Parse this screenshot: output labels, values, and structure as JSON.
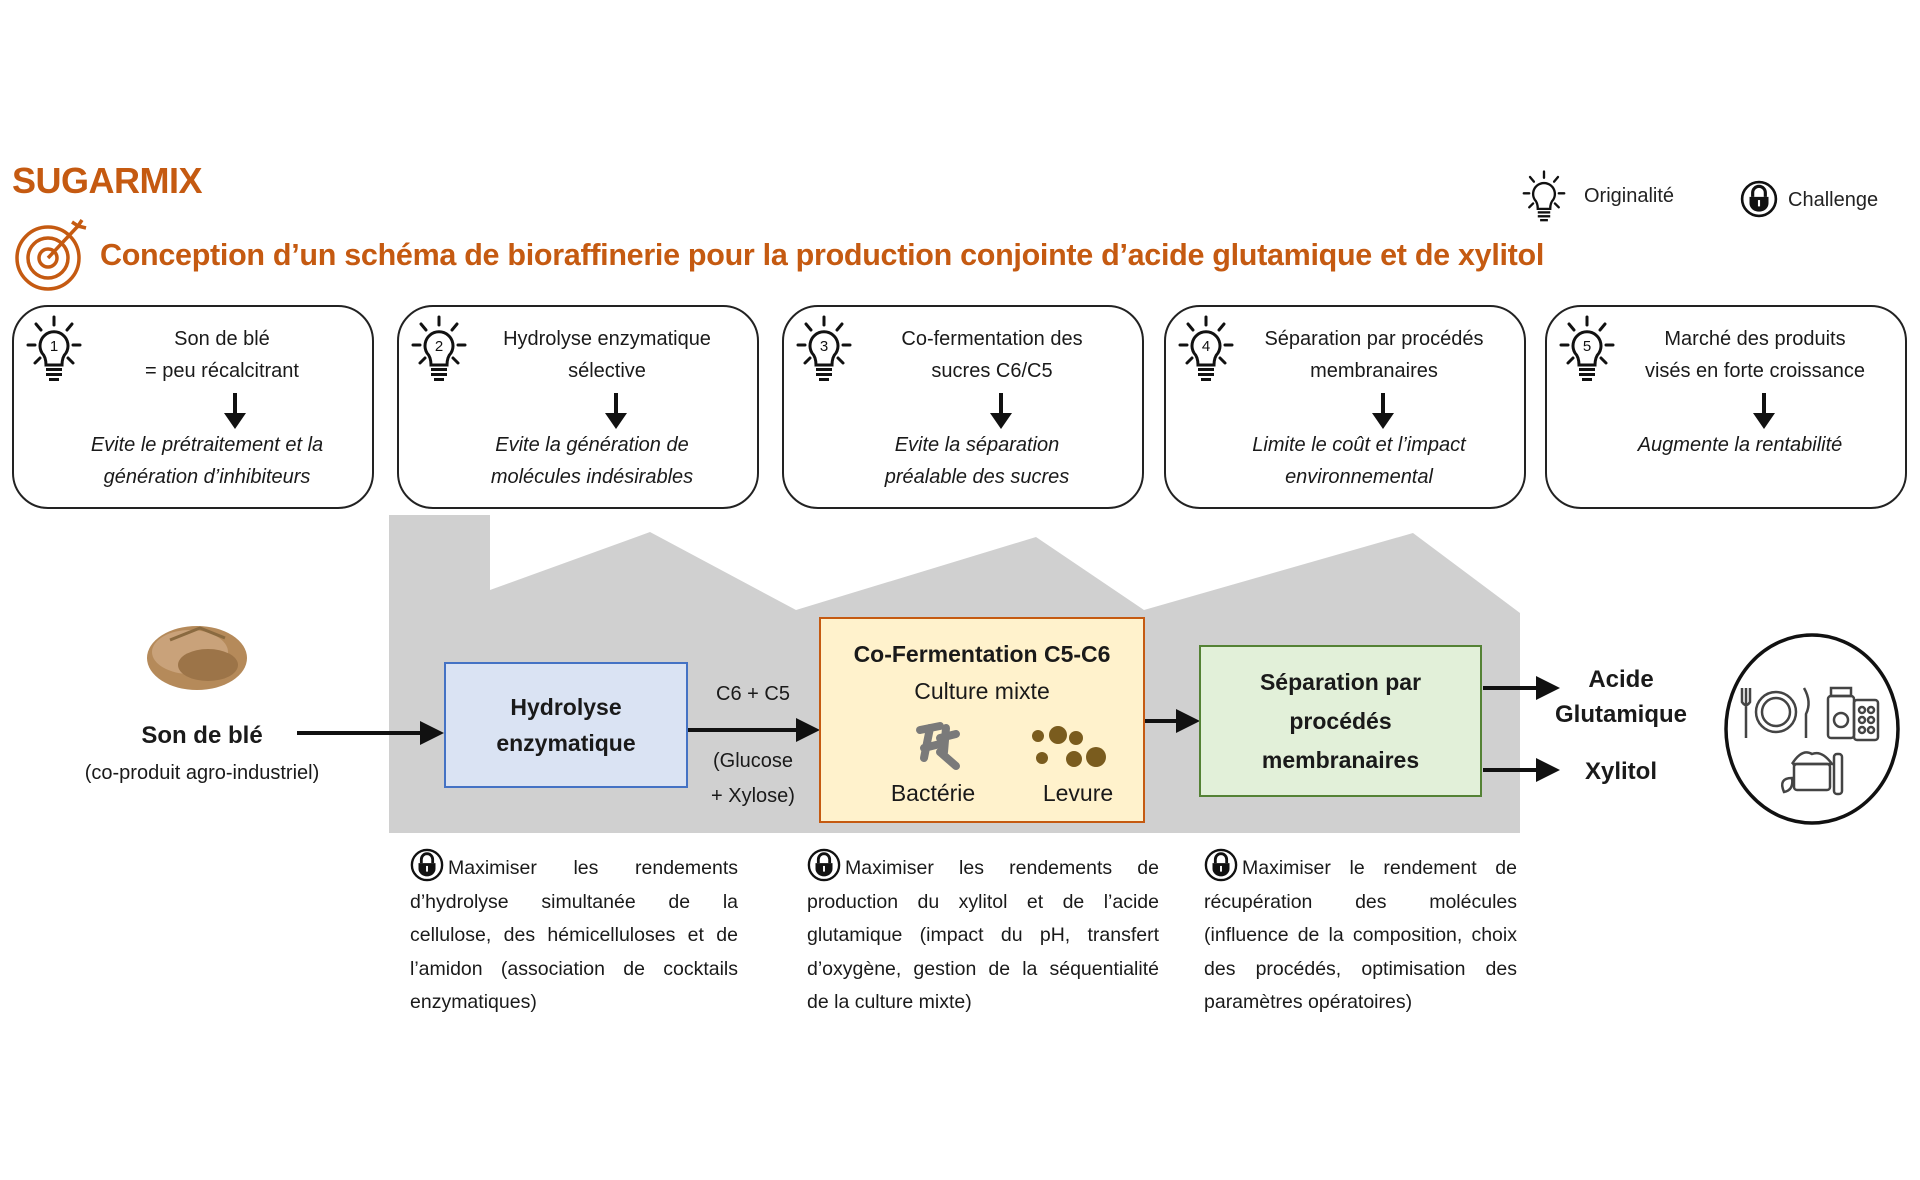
{
  "brand": "SUGARMIX",
  "legend": {
    "originality": "Originalité",
    "challenge": "Challenge"
  },
  "title": "Conception d’un schéma de bioraffinerie pour la production conjointe d’acide glutamique et de xylitol",
  "colors": {
    "accent": "#C55A11",
    "hydrolysis_fill": "#DAE3F3",
    "hydrolysis_border": "#4472C4",
    "fermentation_fill": "#FFF2CC",
    "separation_fill": "#E2F0D9",
    "separation_border": "#548235",
    "factory": "#D0D0D0"
  },
  "originality_cards": [
    {
      "number": "1",
      "head": [
        "Son de blé",
        "= peu récalcitrant"
      ],
      "result": [
        "Evite le prétraitement et la",
        "génération d’inhibiteurs"
      ]
    },
    {
      "number": "2",
      "head": [
        "Hydrolyse enzymatique",
        "sélective"
      ],
      "result": [
        "Evite la génération de",
        "molécules indésirables"
      ]
    },
    {
      "number": "3",
      "head": [
        "Co-fermentation des",
        "sucres C6/C5"
      ],
      "result": [
        "Evite la séparation",
        "préalable des sucres"
      ]
    },
    {
      "number": "4",
      "head": [
        "Séparation par procédés",
        "membranaires"
      ],
      "result": [
        "Limite le coût et l’impact",
        "environnemental"
      ]
    },
    {
      "number": "5",
      "head": [
        "Marché des produits",
        "visés en forte croissance"
      ],
      "result": [
        "Augmente la rentabilité"
      ]
    }
  ],
  "process": {
    "feed": {
      "name": "Son de blé",
      "sub": "(co-produit agro-industriel)"
    },
    "hydrolysis": [
      "Hydrolyse",
      "enzymatique"
    ],
    "sugars": {
      "top": "C6 + C5",
      "bottom1": "(Glucose",
      "bottom2": "+ Xylose)"
    },
    "fermentation": {
      "title": "Co-Fermentation C5-C6",
      "subtitle": "Culture mixte",
      "bacteria": "Bactérie",
      "yeast": "Levure"
    },
    "separation": [
      "Séparation par",
      "procédés",
      "membranaires"
    ],
    "products": {
      "p1a": "Acide",
      "p1b": "Glutamique",
      "p2": "Xylitol"
    }
  },
  "challenges": [
    "Maximiser les rendements d’hydrolyse simultanée de la cellulose, des hémicelluloses et de l’amidon (association de cocktails enzymatiques)",
    "Maximiser les rendements de production du xylitol et de l’acide glutamique (impact du pH, transfert d’oxygène, gestion de la séquentialité de la culture mixte)",
    "Maximiser le rendement de récupération des molécules (influence de la composition, choix des procédés, optimisation des paramètres opératoires)"
  ]
}
